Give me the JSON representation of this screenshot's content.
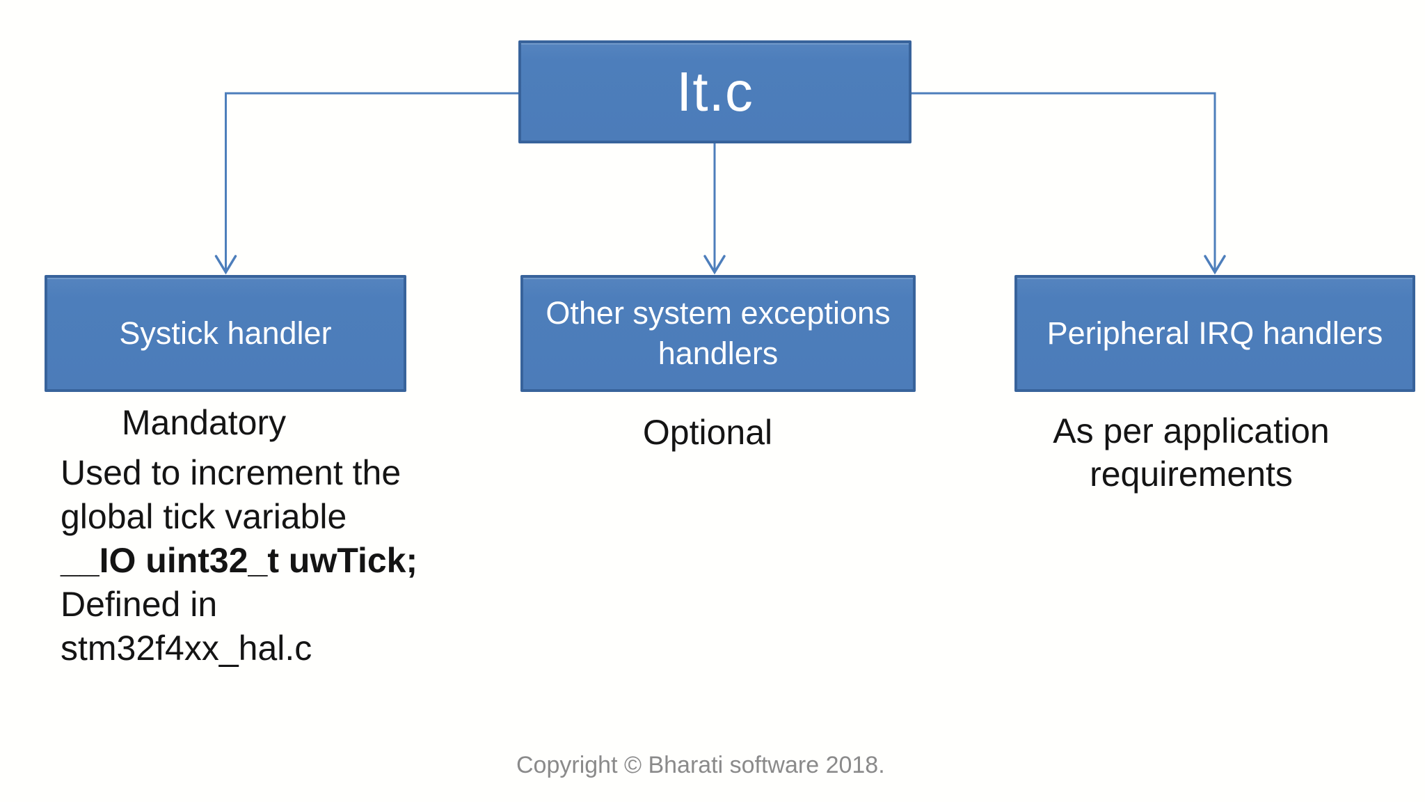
{
  "diagram": {
    "root": {
      "label": "It.c"
    },
    "children": [
      {
        "label": "Systick handler"
      },
      {
        "label": "Other system exceptions handlers"
      },
      {
        "label": "Peripheral IRQ handlers"
      }
    ],
    "notes": {
      "left": {
        "title": "Mandatory",
        "lines": [
          {
            "text": "Used to increment the",
            "bold": false
          },
          {
            "text": "global tick variable",
            "bold": false
          },
          {
            "text": "__IO uint32_t uwTick;",
            "bold": true
          },
          {
            "text": "Defined in",
            "bold": false
          },
          {
            "text": "stm32f4xx_hal.c",
            "bold": false
          }
        ]
      },
      "middle": {
        "title": "Optional"
      },
      "right": {
        "title": "As per application requirements"
      }
    },
    "colors": {
      "box_fill": "#4d7ebb",
      "box_border": "#38639b",
      "box_text": "#ffffff",
      "connector": "#4d7ebb",
      "note_text": "#141414",
      "copyright_text": "#8a8a8a",
      "background": "#fffffd"
    }
  },
  "footer": {
    "copyright": "Copyright © Bharati software 2018."
  }
}
